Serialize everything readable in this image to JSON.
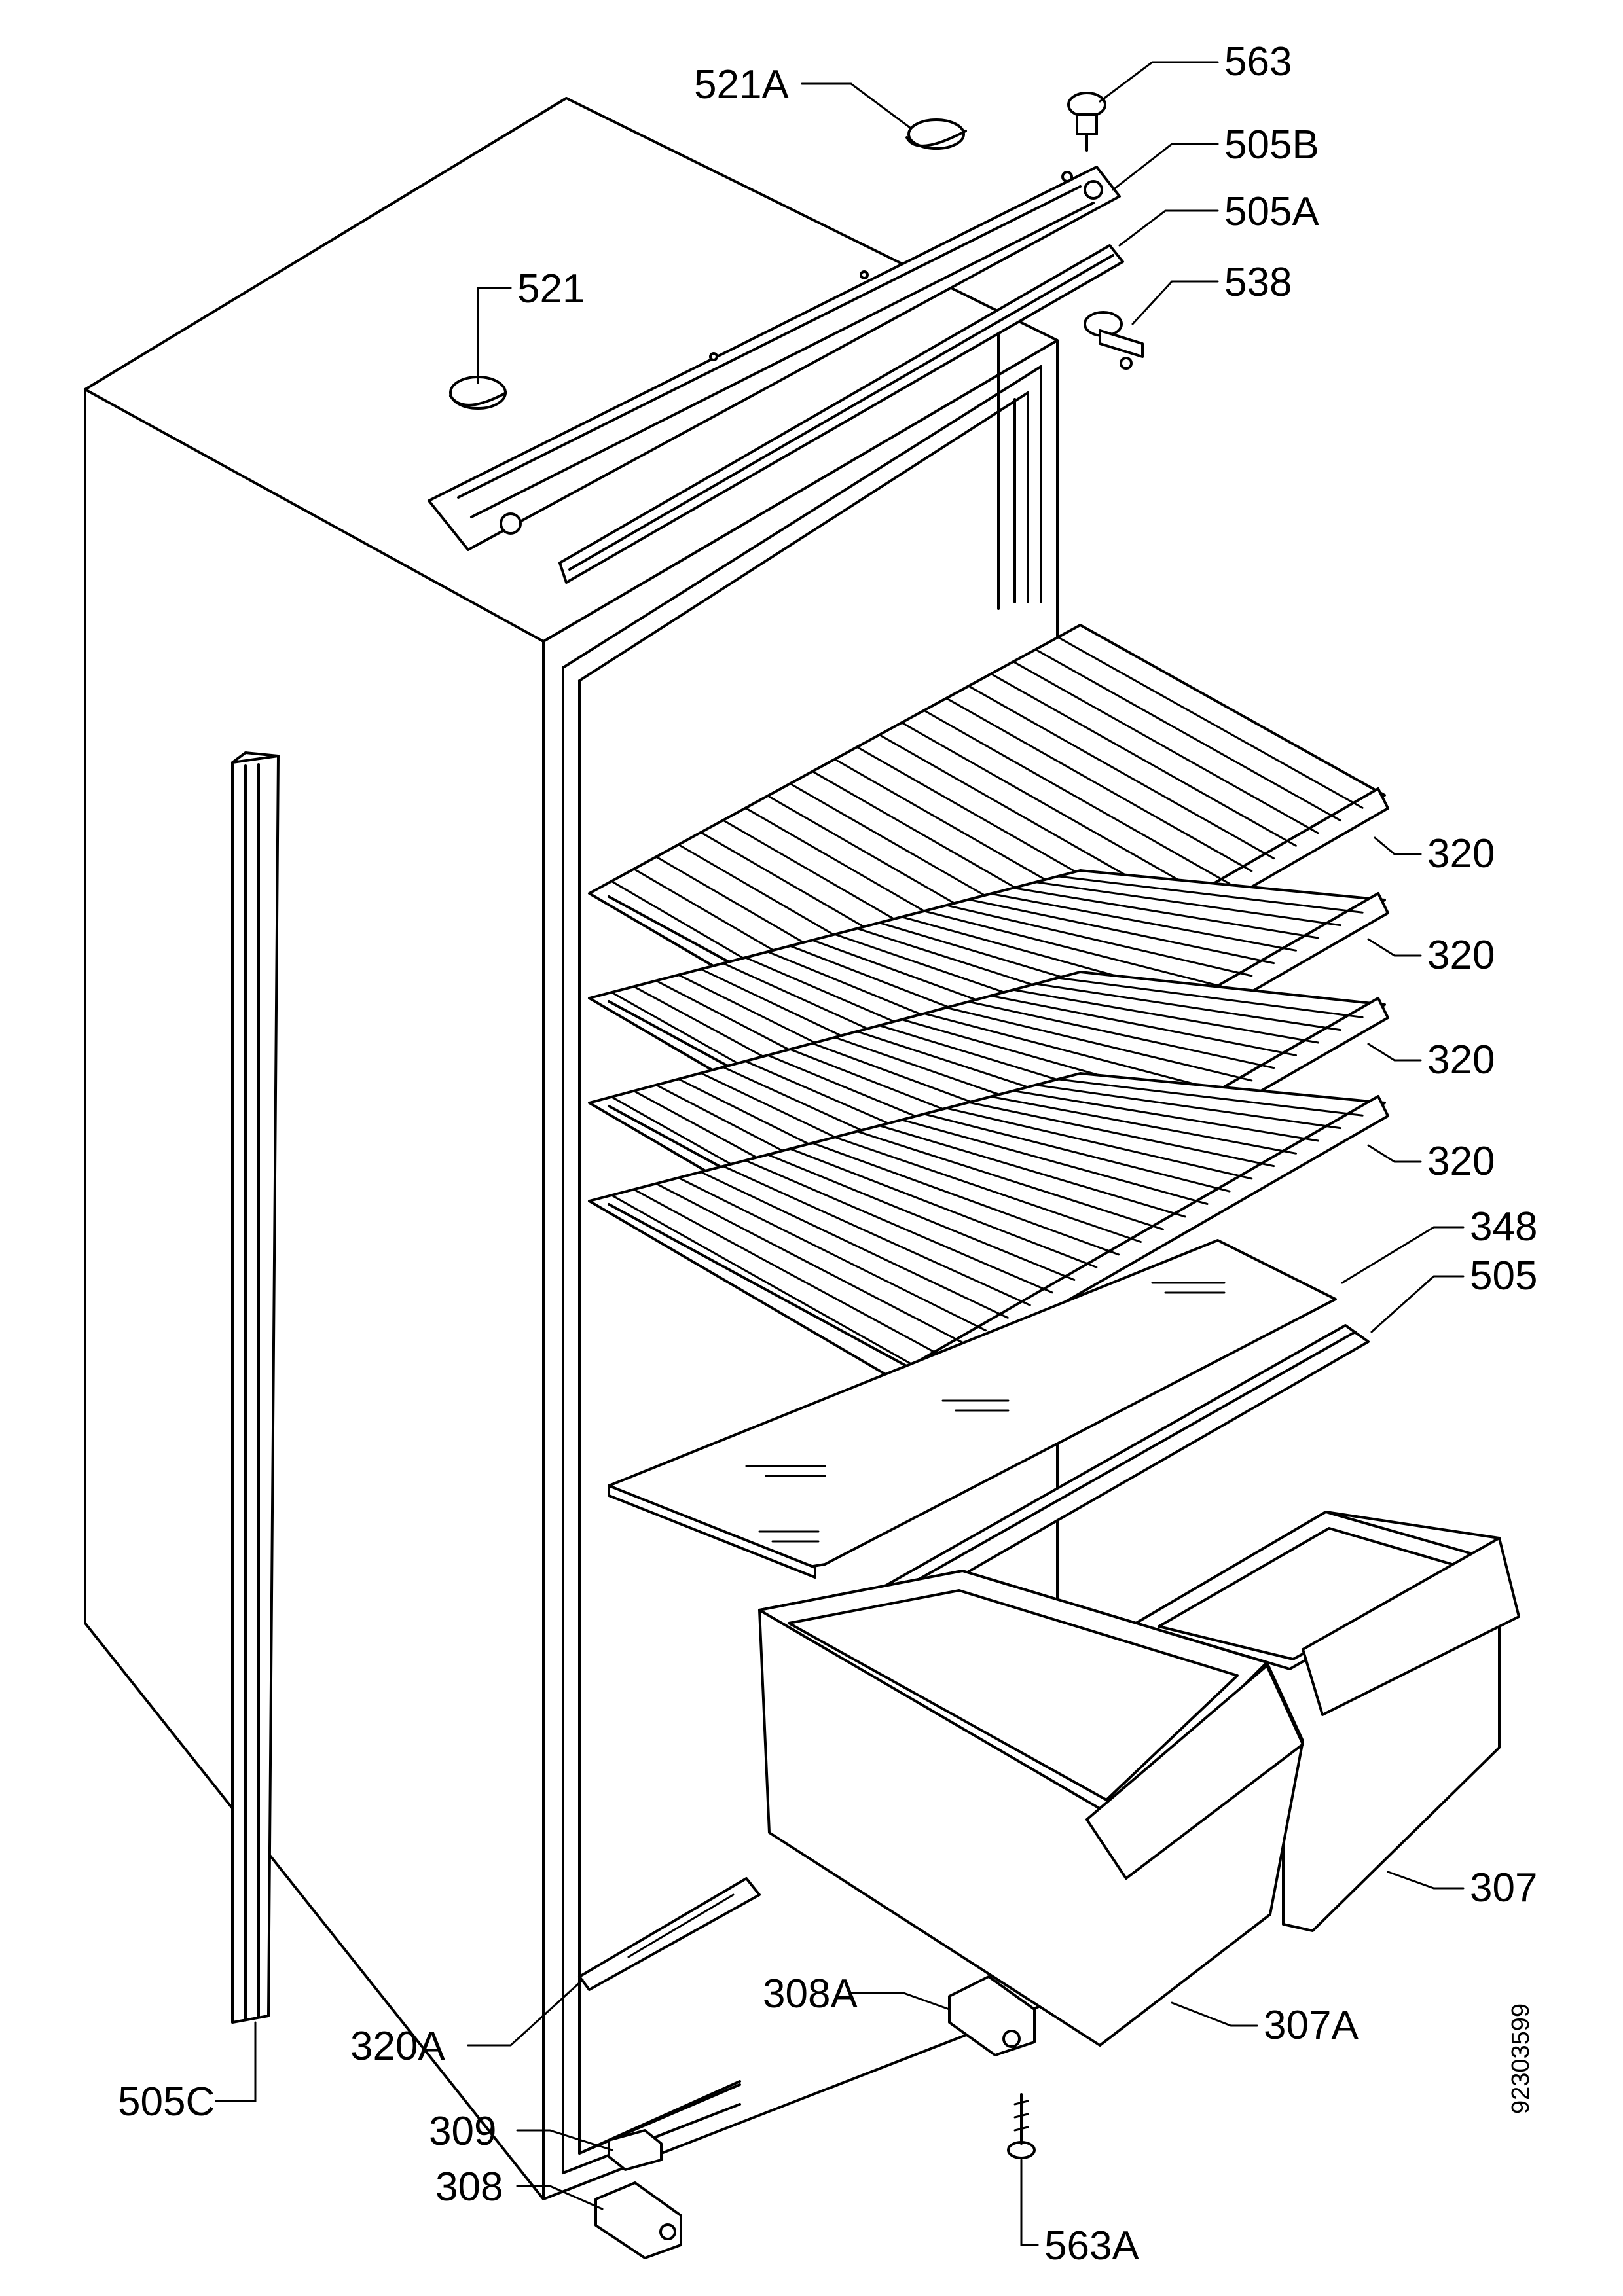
{
  "labels": {
    "p521A": "521A",
    "p563": "563",
    "p505B": "505B",
    "p505A": "505A",
    "p538": "538",
    "p521": "521",
    "p320_1": "320",
    "p320_2": "320",
    "p320_3": "320",
    "p320_4": "320",
    "p348": "348",
    "p505": "505",
    "p307": "307",
    "p307A": "307A",
    "p320A": "320A",
    "p308A": "308A",
    "p505C": "505C",
    "p309": "309",
    "p308": "308",
    "p563A": "563A"
  },
  "document_number": "92303599"
}
